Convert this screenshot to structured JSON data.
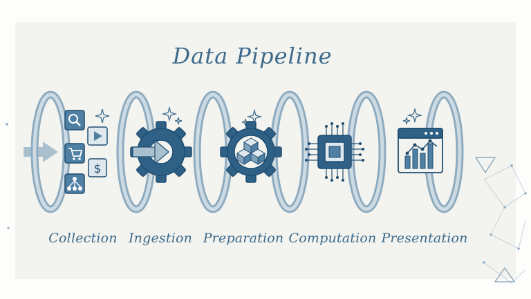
{
  "title": "Data Pipeline",
  "stages": [
    {
      "label": "Collection",
      "icon": "collection-icons"
    },
    {
      "label": "Ingestion",
      "icon": "gear-arrow-icon"
    },
    {
      "label": "Preparation",
      "icon": "gear-cubes-icon"
    },
    {
      "label": "Computation",
      "icon": "processor-chip-icon"
    },
    {
      "label": "Presentation",
      "icon": "dashboard-chart-icon"
    }
  ],
  "colors": {
    "ink": "#3d6a8c",
    "dark": "#1f4d70",
    "mid": "#4f7fa3",
    "ring": "#a9c0cf",
    "ring_light": "#cddbe4",
    "panel": "#f3f4ef"
  }
}
